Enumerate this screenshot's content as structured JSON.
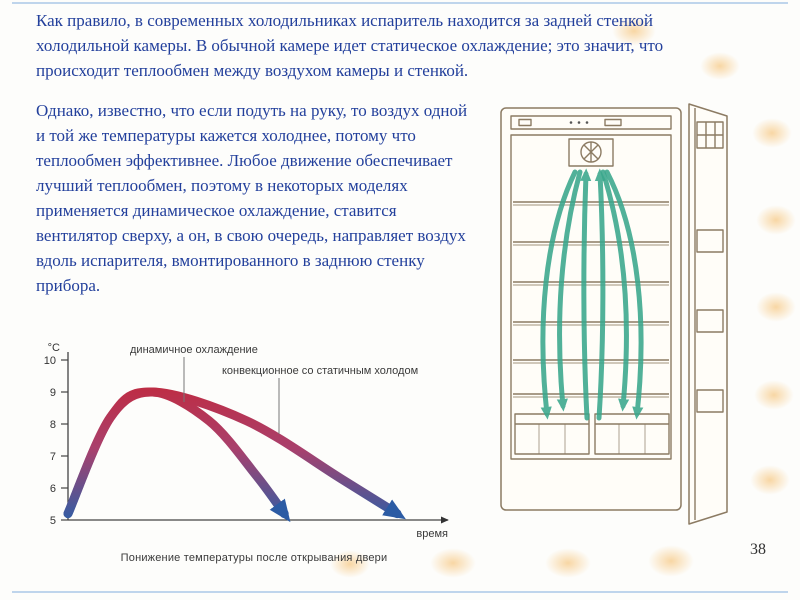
{
  "slide": {
    "page_number": "38",
    "intro_paragraph": "Как правило, в современных холодильниках испаритель находится за задней стенкой холодильной камеры. В обычной камере идет статическое охлаждение; это значит, что происходит теплообмен между воздухом камеры и стенкой.",
    "body_paragraph": "Однако, известно, что если подуть на руку, то воздух одной и той же температуры кажется холоднее, потому что теплообмен эффективнее. Любое движение обеспечивает лучший теплообмен, поэтому в некоторых моделях применяется динамическое охлаждение, ставится вентилятор сверху, а он, в свою очередь, направляет воздух вдоль испарителя, вмонтированного в заднюю стенку прибора."
  },
  "chart_data": {
    "type": "line",
    "title": "",
    "ylabel": "°C",
    "xlabel": "время",
    "caption": "Понижение температуры после открывания двери",
    "ylim": [
      5,
      10
    ],
    "yticks": [
      10,
      9,
      8,
      7,
      6,
      5
    ],
    "grid": false,
    "legend_position": "inline-labels-with-leader-lines",
    "series": [
      {
        "name": "динамичное охлаждение",
        "points": [
          [
            0,
            5.2
          ],
          [
            0.45,
            8.2
          ],
          [
            0.9,
            9.0
          ],
          [
            1.5,
            8.1
          ],
          [
            2.0,
            6.4
          ],
          [
            2.3,
            5.2
          ]
        ]
      },
      {
        "name": "конвекционное со статичным холодом",
        "points": [
          [
            0,
            5.2
          ],
          [
            0.45,
            8.2
          ],
          [
            0.9,
            9.0
          ],
          [
            1.9,
            8.1
          ],
          [
            2.9,
            6.3
          ],
          [
            3.5,
            5.2
          ]
        ]
      }
    ],
    "gradient": {
      "high_temp_color": "#c2293c",
      "low_temp_color": "#2e5ea6"
    }
  },
  "figure": {
    "description": "Схема холодильника с открытой дверью: зелёные стрелки показывают циркуляцию воздуха от вентилятора сверху вдоль задней стенки",
    "airflow_color": "#3aa78c"
  }
}
